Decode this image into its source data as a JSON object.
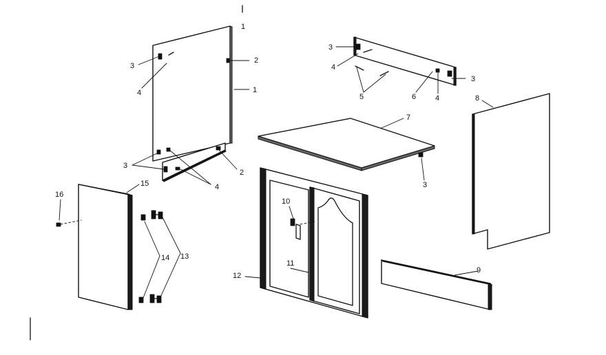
{
  "callouts": {
    "c1": "1",
    "c2a": "2",
    "c2b": "2",
    "c3a": "3",
    "c3b": "3",
    "c3c": "3",
    "c3d": "3",
    "c3e": "3",
    "c4a": "4",
    "c4b": "4",
    "c4c": "4",
    "c4d": "4",
    "c5": "5",
    "c6": "6",
    "c7": "7",
    "c8": "8",
    "c9": "9",
    "c10": "10",
    "c11": "11",
    "c12": "12",
    "c13": "13",
    "c14": "14",
    "c15": "15",
    "c16": "16",
    "c1top": "1"
  }
}
